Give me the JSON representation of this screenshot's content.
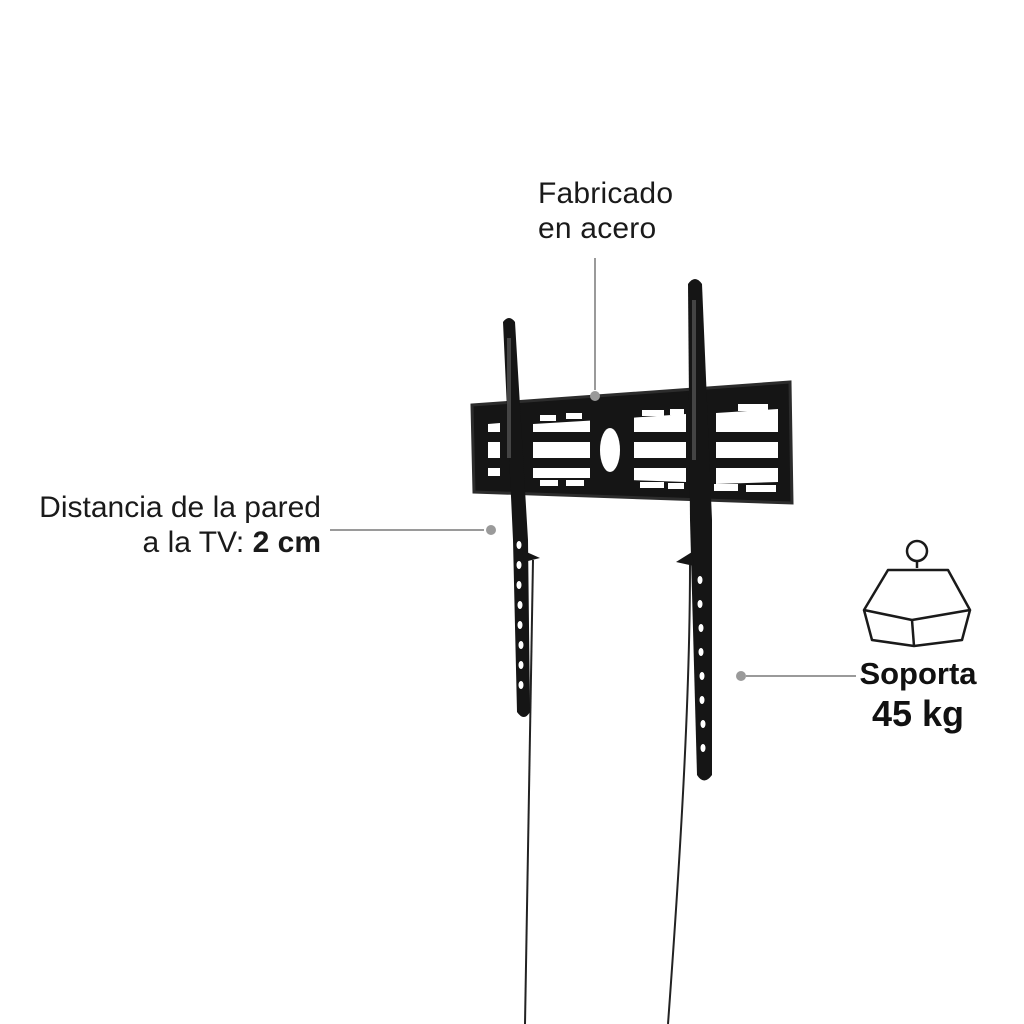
{
  "callouts": {
    "material": {
      "line1": "Fabricado",
      "line2": "en acero"
    },
    "distance": {
      "line1": "Distancia de la pared",
      "line2_prefix": "a la TV: ",
      "line2_value": "2 cm"
    },
    "weight": {
      "line1": "Soporta",
      "line2": "45 kg"
    }
  },
  "icons": {
    "weight": "weight-icon"
  },
  "colors": {
    "product": "#151515",
    "leader": "#9a9a9a",
    "text": "#1a1a1a",
    "background": "#ffffff"
  }
}
